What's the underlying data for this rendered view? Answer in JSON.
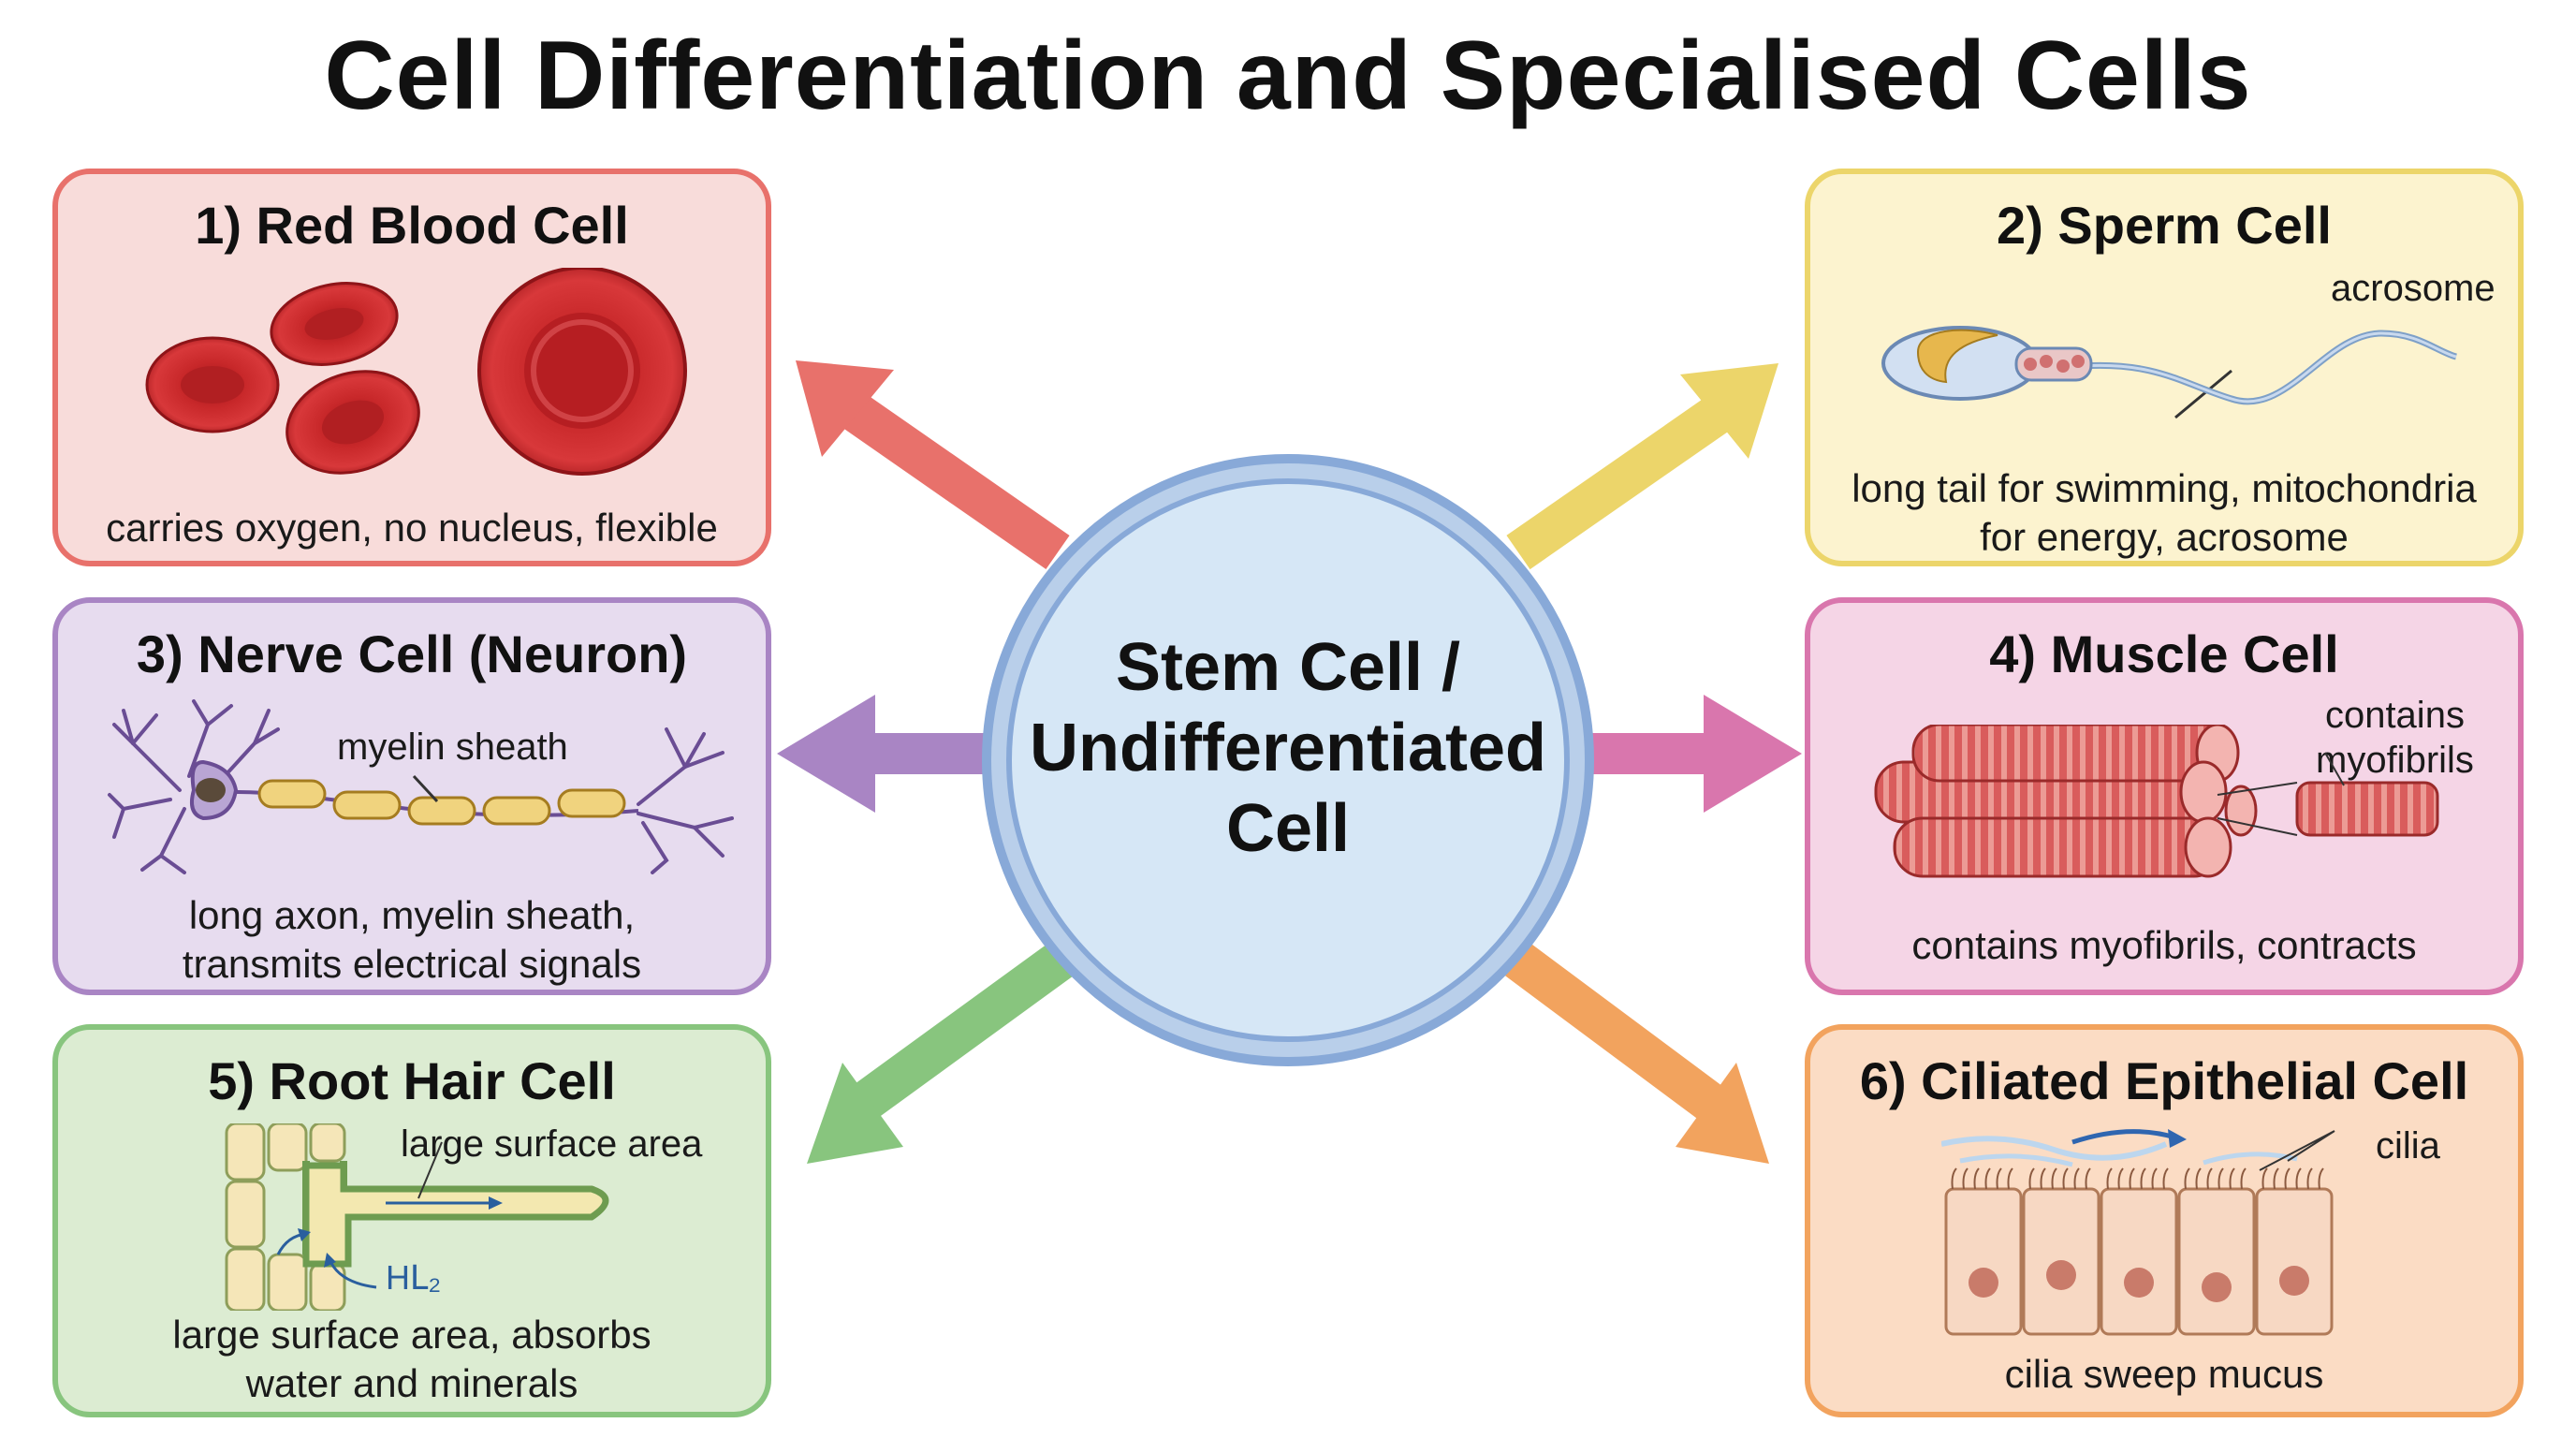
{
  "title": "Cell Differentiation and Specialised Cells",
  "center": {
    "lines": [
      "Stem Cell /",
      "Undifferentiated",
      "Cell"
    ]
  },
  "colors": {
    "red": "#e8716b",
    "yellow": "#ecd56a",
    "purple": "#a985c4",
    "pink": "#d976ad",
    "green": "#88c57e",
    "orange": "#f2a35e",
    "stem_fill": "#d6e7f6",
    "stem_ring": "#88a9d8"
  },
  "cells": {
    "red_blood": {
      "title": "1) Red Blood Cell",
      "caption": [
        "carries oxygen, no nucleus, flexible"
      ]
    },
    "sperm": {
      "title": "2) Sperm Cell",
      "label": "acrosome",
      "caption": [
        "long tail for swimming, mitochondria",
        "for energy, acrosome"
      ]
    },
    "nerve": {
      "title": "3) Nerve Cell (Neuron)",
      "label": "myelin sheath",
      "caption": [
        "long axon, myelin sheath,",
        "transmits electrical signals"
      ]
    },
    "muscle": {
      "title": "4) Muscle Cell",
      "label": [
        "contains",
        "myofibrils"
      ],
      "caption": [
        "contains myofibrils, contracts"
      ]
    },
    "root_hair": {
      "title": "5) Root Hair Cell",
      "label": "large surface area",
      "water_label": "HԼ₂",
      "caption": [
        "large surface area, absorbs",
        "water and minerals"
      ]
    },
    "ciliated": {
      "title": "6) Ciliated Epithelial Cell",
      "label": "cilia",
      "caption": [
        "cilia sweep mucus"
      ]
    }
  }
}
